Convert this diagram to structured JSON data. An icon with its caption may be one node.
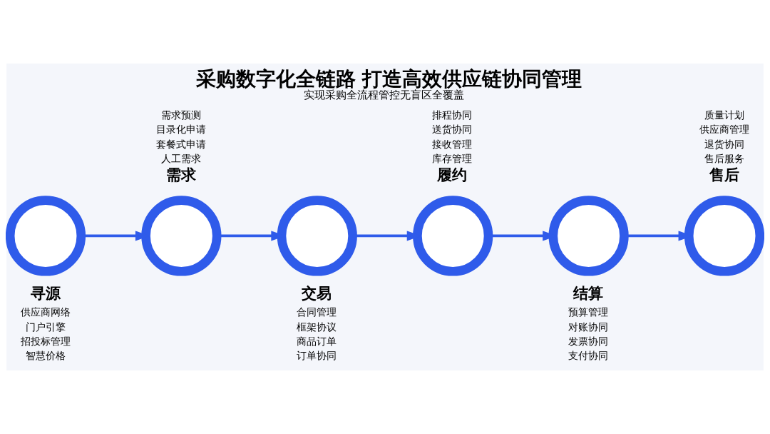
{
  "diagram": {
    "title": "采购数字化全链路 打造高效供应链协同管理",
    "caption": "实现采购全流程管控无盲区全覆盖",
    "nodes": [
      {
        "text": [],
        "shape": "circle",
        "beside": [
          "寻源",
          "供应商网络",
          "门户引擎",
          "招投标管理",
          "智慧价格"
        ]
      },
      {
        "text": [],
        "shape": "circle",
        "beside": [
          "需求预测",
          "目录化申请",
          "套餐式申请",
          "人工需求",
          "需求"
        ]
      },
      {
        "text": [],
        "shape": "circle",
        "beside": [
          "交易",
          "合同管理",
          "框架协议",
          "商品订单",
          "订单协同"
        ]
      },
      {
        "text": [],
        "shape": "circle",
        "beside": [
          "排程协同",
          "送货协同",
          "接收管理",
          "库存管理",
          "履约"
        ]
      },
      {
        "text": [],
        "shape": "circle",
        "beside": [
          "结算",
          "预算管理",
          "对账协同",
          "发票协同",
          "支付协同"
        ]
      },
      {
        "text": [],
        "shape": "circle",
        "beside": [
          "质量计划",
          "供应商管理",
          "退货协同",
          "售后服务",
          "售后"
        ]
      }
    ],
    "edges": [
      {
        "from": 0,
        "to": 1,
        "arrow": "to"
      },
      {
        "from": 1,
        "to": 2,
        "arrow": "to"
      },
      {
        "from": 2,
        "to": 3,
        "arrow": "to"
      },
      {
        "from": 3,
        "to": 4,
        "arrow": "to"
      },
      {
        "from": 4,
        "to": 5,
        "arrow": "to"
      }
    ]
  }
}
